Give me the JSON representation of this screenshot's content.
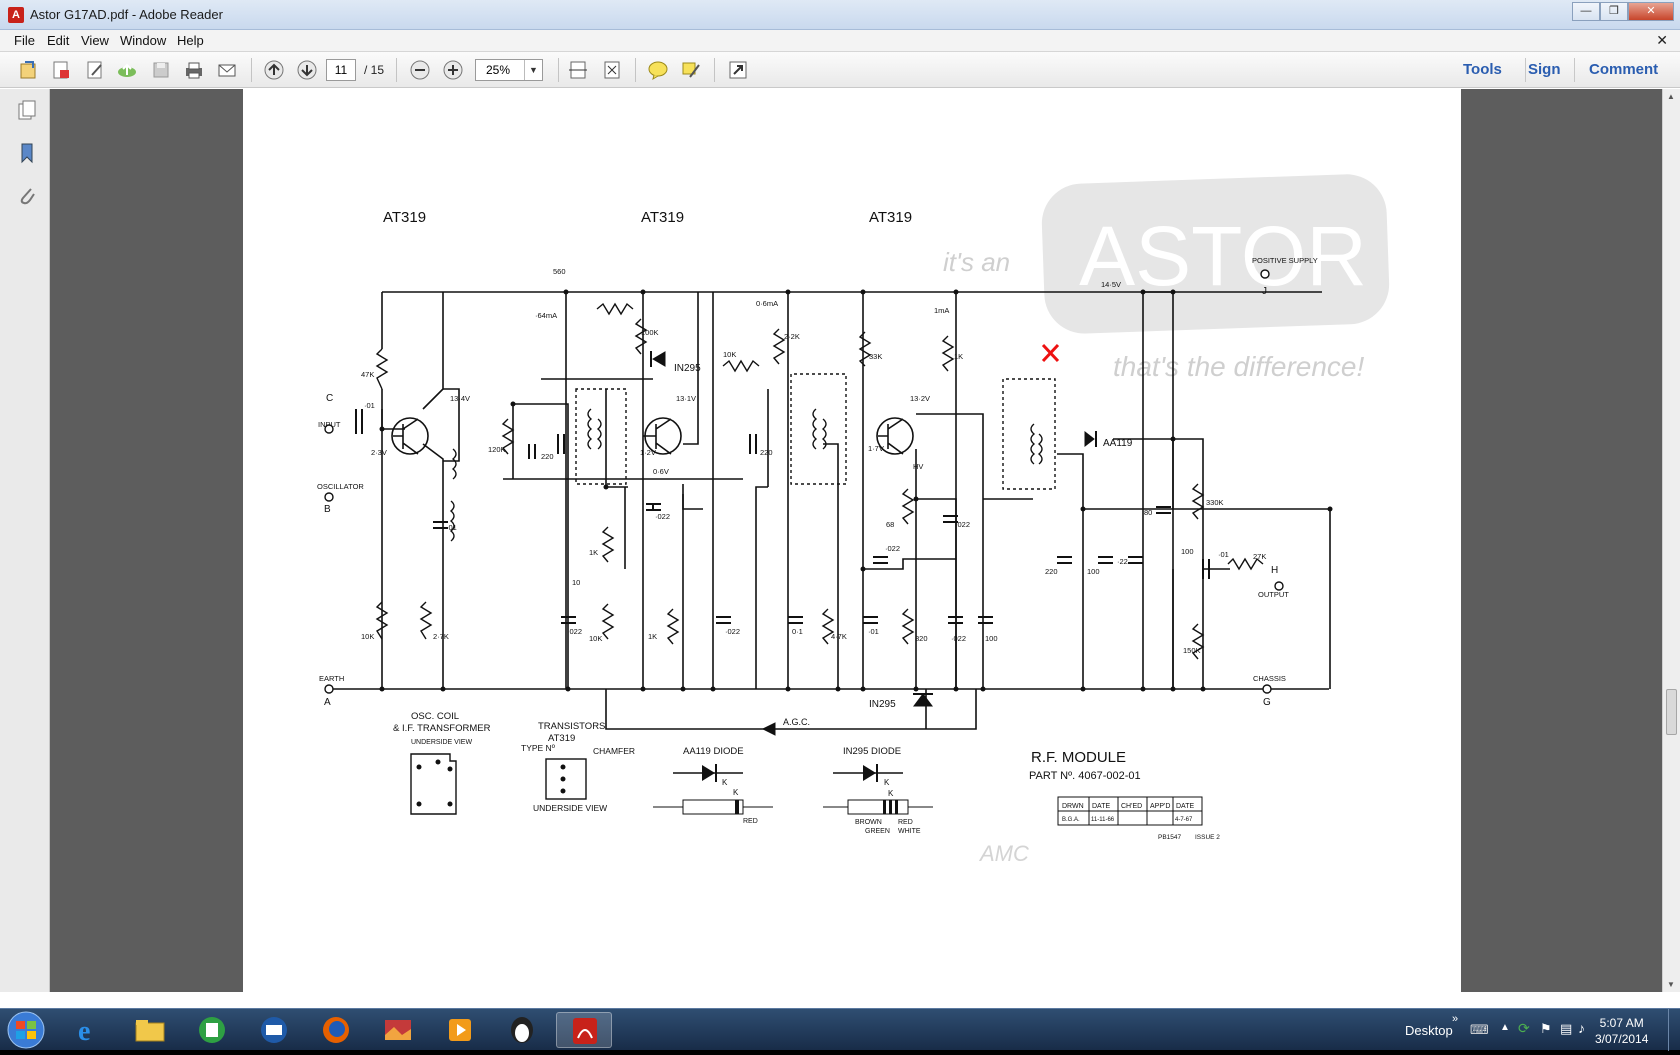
{
  "window": {
    "title": "Astor G17AD.pdf - Adobe Reader"
  },
  "menu": [
    "File",
    "Edit",
    "View",
    "Window",
    "Help"
  ],
  "toolbar": {
    "page_current": "11",
    "page_total": "/ 15",
    "zoom": "25%"
  },
  "right_tools": [
    "Tools",
    "Sign",
    "Comment"
  ],
  "schematic": {
    "transistor_labels": [
      "AT319",
      "AT319",
      "AT319"
    ],
    "logo": {
      "line1": "it's an",
      "brand": "ASTOR",
      "line2": "that's the difference!"
    },
    "positive_supply": "POSITIVE SUPPLY",
    "supply_voltage": "14·5V",
    "terminals": {
      "j": "J",
      "c": "C",
      "input": "INPUT",
      "oscillator": "OSCILLATOR",
      "b": "B",
      "earth": "EARTH",
      "a": "A",
      "chassis": "CHASSIS",
      "g": "G",
      "h": "H",
      "output": "OUTPUT"
    },
    "diode_labels": {
      "d52": "IN295",
      "d56": "AA119",
      "d55": "IN295"
    },
    "agc": "A.G.C.",
    "components": {
      "r31": "560",
      "r34": "100K",
      "r37": "2·2K",
      "r26": "47K",
      "r39": "33K",
      "r43": "1K",
      "r29": "120K",
      "c3": "220",
      "c8": "220",
      "r27": "10K",
      "r28": "2·7K",
      "r32": "1K",
      "r33": "10K",
      "r35": "1K",
      "r38": "4·7K",
      "r41": "68",
      "r42": "820",
      "r44": "330K",
      "r45": "150K",
      "r46": "27K",
      "r30": "10K",
      "c4": "·022",
      "c7": "·022",
      "c9": "0·1",
      "c11": "·01",
      "c14": "·022",
      "c15": "100",
      "c16": "220",
      "c17": "100",
      "c18": "·22",
      "c19": "80",
      "c21": "100",
      "c22": "·01",
      "c13": "·022",
      "c12": "·022",
      "c6": "·022",
      "c5": "10",
      "c1": "·01",
      "c2": "·01"
    },
    "currents": {
      "i1": "·64mA",
      "i2": "0·6mA",
      "i3": "1mA"
    },
    "voltages": {
      "v1": "13·4V",
      "v2": "2·3V",
      "v3": "13·1V",
      "v4": "1·2V",
      "v5": "0·6V",
      "v6": "13·2V",
      "v7": "1·7V",
      "v8": "HV"
    },
    "legend": {
      "osc_title1": "OSC. COIL",
      "osc_title2": "& I.F. TRANSFORMER",
      "osc_sub": "UNDERSIDE VIEW",
      "tr_title1": "TRANSISTORS",
      "tr_title2": "AT319",
      "type_no": "TYPE Nº",
      "chamfer": "CHAMFER",
      "tr_sub": "UNDERSIDE VIEW",
      "aa119": "AA119 DIODE",
      "in295": "IN295 DIODE",
      "k": "K",
      "red": "RED",
      "brown": "BROWN",
      "green": "GREEN",
      "red2": "RED",
      "white": "WHITE"
    },
    "title_block": {
      "title": "R.F. MODULE",
      "part": "PART Nº. 4067-002-01",
      "headers": [
        "DRWN",
        "DATE",
        "CH'ED",
        "APP'D",
        "DATE"
      ],
      "values": [
        "B.G.A.",
        "11-11-66",
        "",
        "",
        "4-7-67"
      ],
      "pb": "PB1547",
      "issue": "ISSUE 2",
      "amc": "AMC"
    }
  },
  "taskbar": {
    "desktop": "Desktop",
    "time": "5:07 AM",
    "date": "3/07/2014"
  }
}
